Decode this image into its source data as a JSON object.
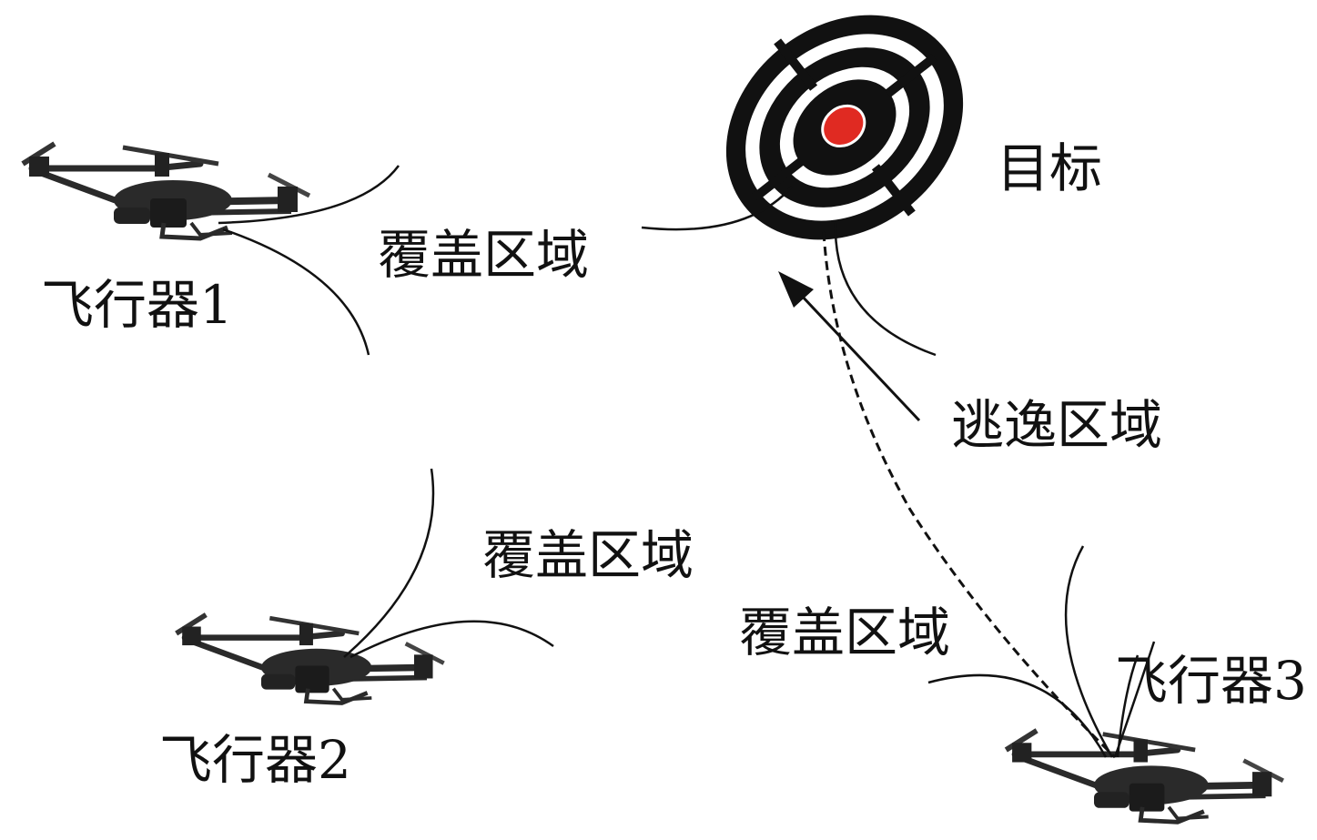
{
  "labels": {
    "target": "目标",
    "coverage_1": "覆盖区域",
    "coverage_2": "覆盖区域",
    "coverage_3": "覆盖区域",
    "escape_region": "逃逸区域",
    "aircraft_1": "飞行器1",
    "aircraft_2": "飞行器2",
    "aircraft_3": "飞行器3"
  },
  "colors": {
    "target_black": "#111111",
    "target_center": "#e02a22",
    "drone": "#2a2a2a"
  }
}
